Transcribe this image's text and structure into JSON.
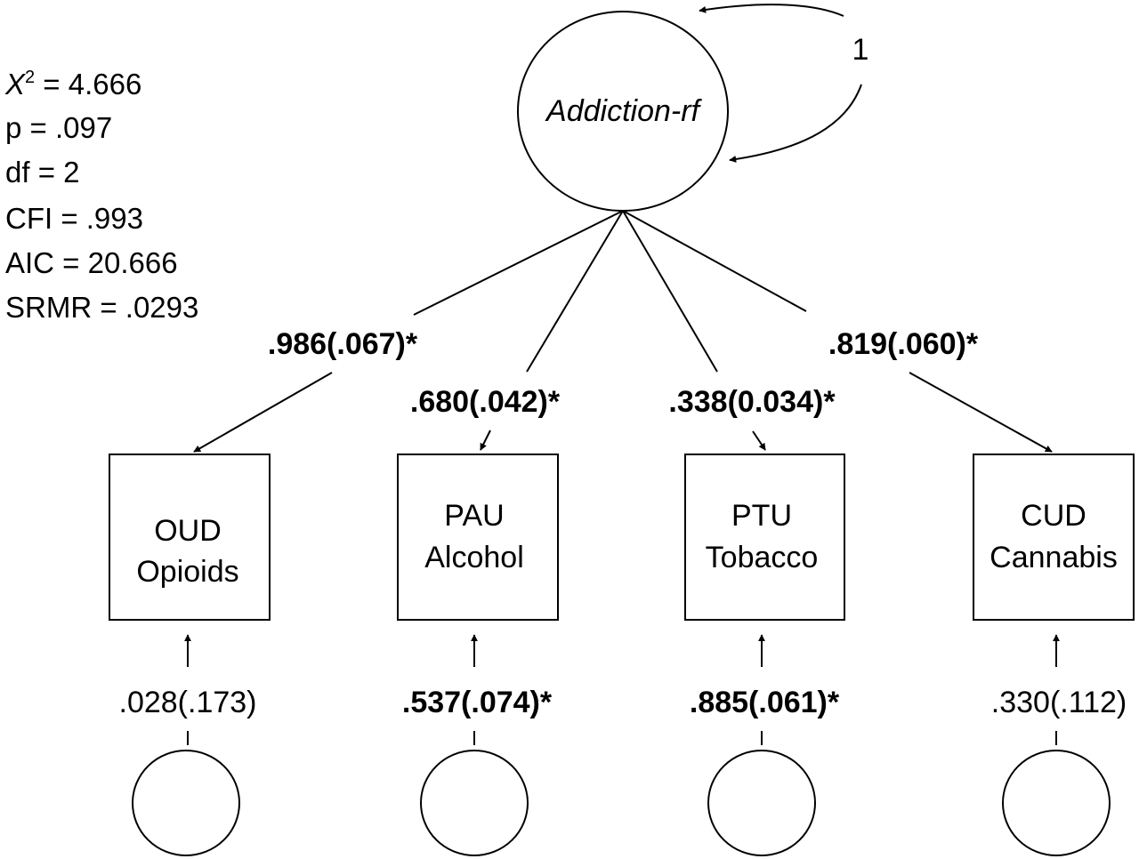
{
  "fit_statistics": {
    "chi_square_symbol": "X",
    "chi_square_superscript": "2",
    "chi_square_value": " = 4.666",
    "p": "p = .097",
    "df": "df = 2",
    "cfi": "CFI = .993",
    "aic": "AIC = 20.666",
    "srmr": "SRMR = .0293"
  },
  "latent_factor": {
    "label": "Addiction-rf",
    "variance_label": "1"
  },
  "indicators": [
    {
      "line1": "OUD",
      "line2": "Opioids",
      "loading": ".986(.067)*",
      "loading_bold": true,
      "residual": ".028(.173)",
      "residual_bold": false
    },
    {
      "line1": "PAU",
      "line2": "Alcohol",
      "loading": ".680(.042)*",
      "loading_bold": true,
      "residual": ".537(.074)*",
      "residual_bold": true
    },
    {
      "line1": "PTU",
      "line2": "Tobacco",
      "loading": ".338(0.034)*",
      "loading_bold": true,
      "residual": ".885(.061)*",
      "residual_bold": true
    },
    {
      "line1": "CUD",
      "line2": "Cannabis",
      "loading": ".819(.060)*",
      "loading_bold": true,
      "residual": ".330(.112)",
      "residual_bold": false
    }
  ]
}
